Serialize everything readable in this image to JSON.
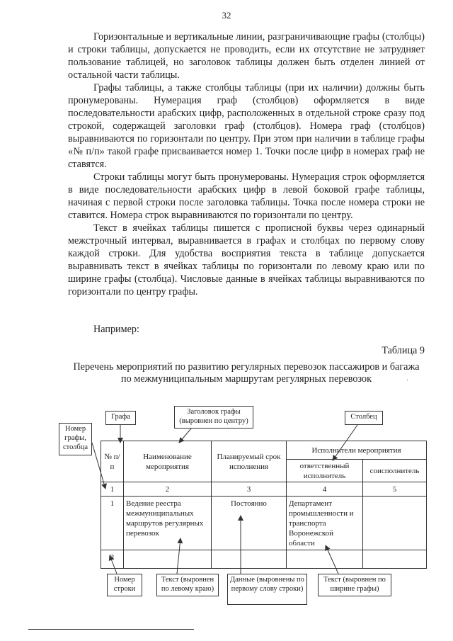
{
  "page_number": "32",
  "paragraphs": [
    "Горизонтальные и вертикальные линии, разграничивающие графы (столбцы) и строки таблицы, допускается не проводить, если их отсутствие не затрудняет пользование таблицей, но заголовок таблицы должен быть отделен линией от остальной части таблицы.",
    "Графы таблицы, а также столбцы таблицы (при их наличии) должны быть пронумерованы. Нумерация граф (столбцов) оформляется в виде последовательности арабских цифр, расположенных в отдельной строке сразу под строкой, содержащей заголовки граф (столбцов). Номера граф (столбцов) выравниваются по горизонтали по центру. При этом при наличии в таблице графы «№ п/п» такой графе присваивается номер 1. Точки после цифр в номерах граф не ставятся.",
    "Строки таблицы могут быть пронумерованы. Нумерация строк оформляется в виде последовательности арабских цифр в левой боковой графе таблицы, начиная с первой строки после заголовка таблицы. Точка после номера строки не ставится. Номера строк выравниваются по горизонтали по центру.",
    "Текст в ячейках таблицы пишется с прописной буквы через одинарный межстрочный интервал, выравнивается в графах и столбцах по первому слову каждой строки. Для удобства восприятия текста в таблице допускается выравнивать текст в ячейках таблицы по горизонтали по левому краю или по ширине графы (столбца). Числовые данные в ячейках таблицы выравниваются по горизонтали по центру графы."
  ],
  "example_label": "Например:",
  "table_number": "Таблица 9",
  "table_caption": "Перечень мероприятий по развитию регулярных перевозок пассажиров и багажа по межмуниципальным маршрутам регулярных перевозок",
  "table": {
    "header": {
      "col_num": "№ п/п",
      "col_name": "Наименование мероприятия",
      "col_term": "Планируемый срок исполнения",
      "col_executors": "Исполнители мероприятия",
      "sub_responsible": "ответственный исполнитель",
      "sub_coexecutor": "соисполнитель"
    },
    "numbering": [
      "1",
      "2",
      "3",
      "4",
      "5"
    ],
    "rows": [
      {
        "num": "1",
        "name": "Ведение реестра межмуниципальных маршрутов регулярных перевозок",
        "term": "Постоянно",
        "responsible": "Департамент промышленности и транспорта Воронежской области",
        "coexecutor": ""
      },
      {
        "num": "2",
        "name": "",
        "term": "",
        "responsible": "",
        "coexecutor": ""
      }
    ]
  },
  "annotations": {
    "column_number": "Номер графы, столбца",
    "column": "Графа",
    "column_header": "Заголовок графы (выровнен по центру)",
    "sub_column": "Столбец",
    "row_number": "Номер строки",
    "text_left": "Текст (выровнен по левому краю)",
    "data_first_word": "Данные (выровнены по первому слову строки)",
    "text_width": "Текст (выровнен по ширине графы)"
  }
}
